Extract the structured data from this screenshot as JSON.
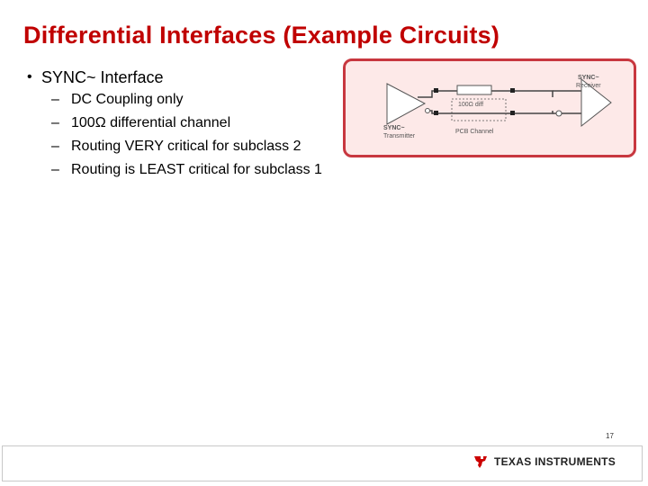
{
  "slide": {
    "title": "Differential Interfaces (Example Circuits)",
    "bullet": "SYNC~ Interface",
    "sub_bullets": [
      "DC Coupling only",
      "100Ω differential channel",
      "Routing VERY critical for subclass 2",
      "Routing is LEAST critical for subclass 1"
    ],
    "page_number": "17"
  },
  "diagram": {
    "receiver_label_1": "SYNC~",
    "receiver_label_2": "Receiver",
    "resistor_label": "100Ω diff",
    "transmitter_label_1": "SYNC~",
    "transmitter_label_2": "Transmitter",
    "channel_label": "PCB Channel",
    "colors": {
      "border": "#c8373f",
      "fill": "#fde9e8",
      "trace": "#444444"
    }
  },
  "footer": {
    "brand": "TEXAS INSTRUMENTS",
    "logo_color": "#cc0000",
    "logo_icon": "ti-logo-icon"
  }
}
